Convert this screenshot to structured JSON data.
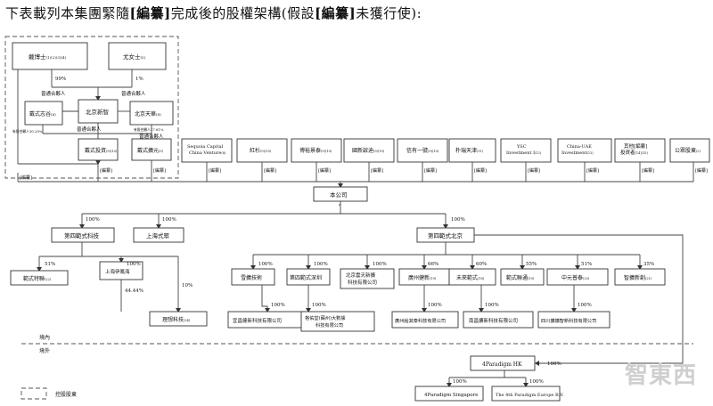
{
  "title": {
    "p1": "下表載列本集團緊隨",
    "b1": "[編纂]",
    "p2": "完成後的股權架構(假設",
    "b2": "[編纂]",
    "p3": "未獲行使):"
  },
  "entities": {
    "dai_doctor": "戴博士",
    "dai_doctor_note": "(1)(2)(3)(4)",
    "ms_you": "尤女士",
    "ms_you_note": "(5)",
    "dai_zhigu": "戴式志谷",
    "dai_zhigu_note": "(6)",
    "beijing_xinzhi": "北京新智",
    "beijing_tianhua": "北京天華",
    "beijing_tianhua_note": "(8)",
    "dai_invest": "戴式投資",
    "dai_invest_note": "(9)(10)",
    "dai_chuangyuan": "戴式擴元",
    "dai_chuangyuan_note": "(9)",
    "sequoia": "Sequoia Capital China Venture",
    "sequoia_note": "(8)",
    "hongshan": "紅杉",
    "hongshan_note": "(9)(10)",
    "boyu": "博裕景泰",
    "boyu_note": "(9)(10)",
    "guoxin": "國新啟迪",
    "guoxin_note": "(9)(10)",
    "xinyou": "信有一號",
    "xinyou_note": "(9)(10)",
    "pucheng": "朴瑞天津",
    "pucheng_note": "(11)",
    "ysc": "YSC Investment I",
    "ysc_note": "(12)",
    "china_uae": "China-UAE Investment",
    "china_uae_note": "(13)",
    "others": "其他[編纂]投資者",
    "others_note": "(14)(15)",
    "public": "公眾股東",
    "public_note": "(2)",
    "company": "本公司",
    "diwei_tech": "第四範式科技",
    "shanghai_shiyi": "上海式眾",
    "diwei_beijing": "第四範式北京",
    "dai_tekan": "範式特聯",
    "dai_tekan_note": "(22)",
    "shanghai_yiqi": "上海伊鳳海",
    "lixiang": "理想科技",
    "lixiang_note": "(24)",
    "xueshan": "雪擴技術",
    "diwei_shenzhen": "第四範式深圳",
    "beijing_yunshu": "北京雲天新擴科技有限公司",
    "guangzhou_jianxin": "廣州健新",
    "guangzhou_jianxin_note": "(19)",
    "weilai": "未來範式",
    "weilai_note": "(18)",
    "dai_lianxing": "範式聯通",
    "dai_lianxing_note": "(19)",
    "zhongyuan": "中元普泰",
    "zhongyuan_note": "(20)",
    "zhiju": "智擴新創",
    "zhiju_note": "(21)",
    "yichang": "宜昌健新科技有限公司",
    "jilin": "格佑堂(蘇州)大數據科技有限公司",
    "guangzhou_hongqi": "廣州給其泰科技有限公司",
    "nanchang": "南昌擴新科技有限公司",
    "sichuan": "四川擴擴智新科技有限公司",
    "hk": "4Paradigm HK",
    "sg": "4Paradigm Singapore",
    "eu": "The 4th Paradigm Europe B.V."
  },
  "labels": {
    "gp1": "普通合夥人",
    "gp2": "普通合夥人",
    "gp3": "普通合夥人",
    "gp4": "普通合夥人",
    "lp1": "有限合夥人30.20%",
    "lp2": "有限合夥人17.81%",
    "redacted": "[編纂]",
    "domestic": "境內",
    "overseas": "境外",
    "legend": "控股股東"
  },
  "percentages": {
    "p99": "99%",
    "p1": "1%",
    "p100": "100%",
    "p51": "51%",
    "p4444": "44.44%",
    "p10": "10%",
    "p66": "66%",
    "p60": "60%",
    "p55": "55%",
    "p51b": "51%",
    "p35": "35%"
  },
  "watermark": "智東西"
}
